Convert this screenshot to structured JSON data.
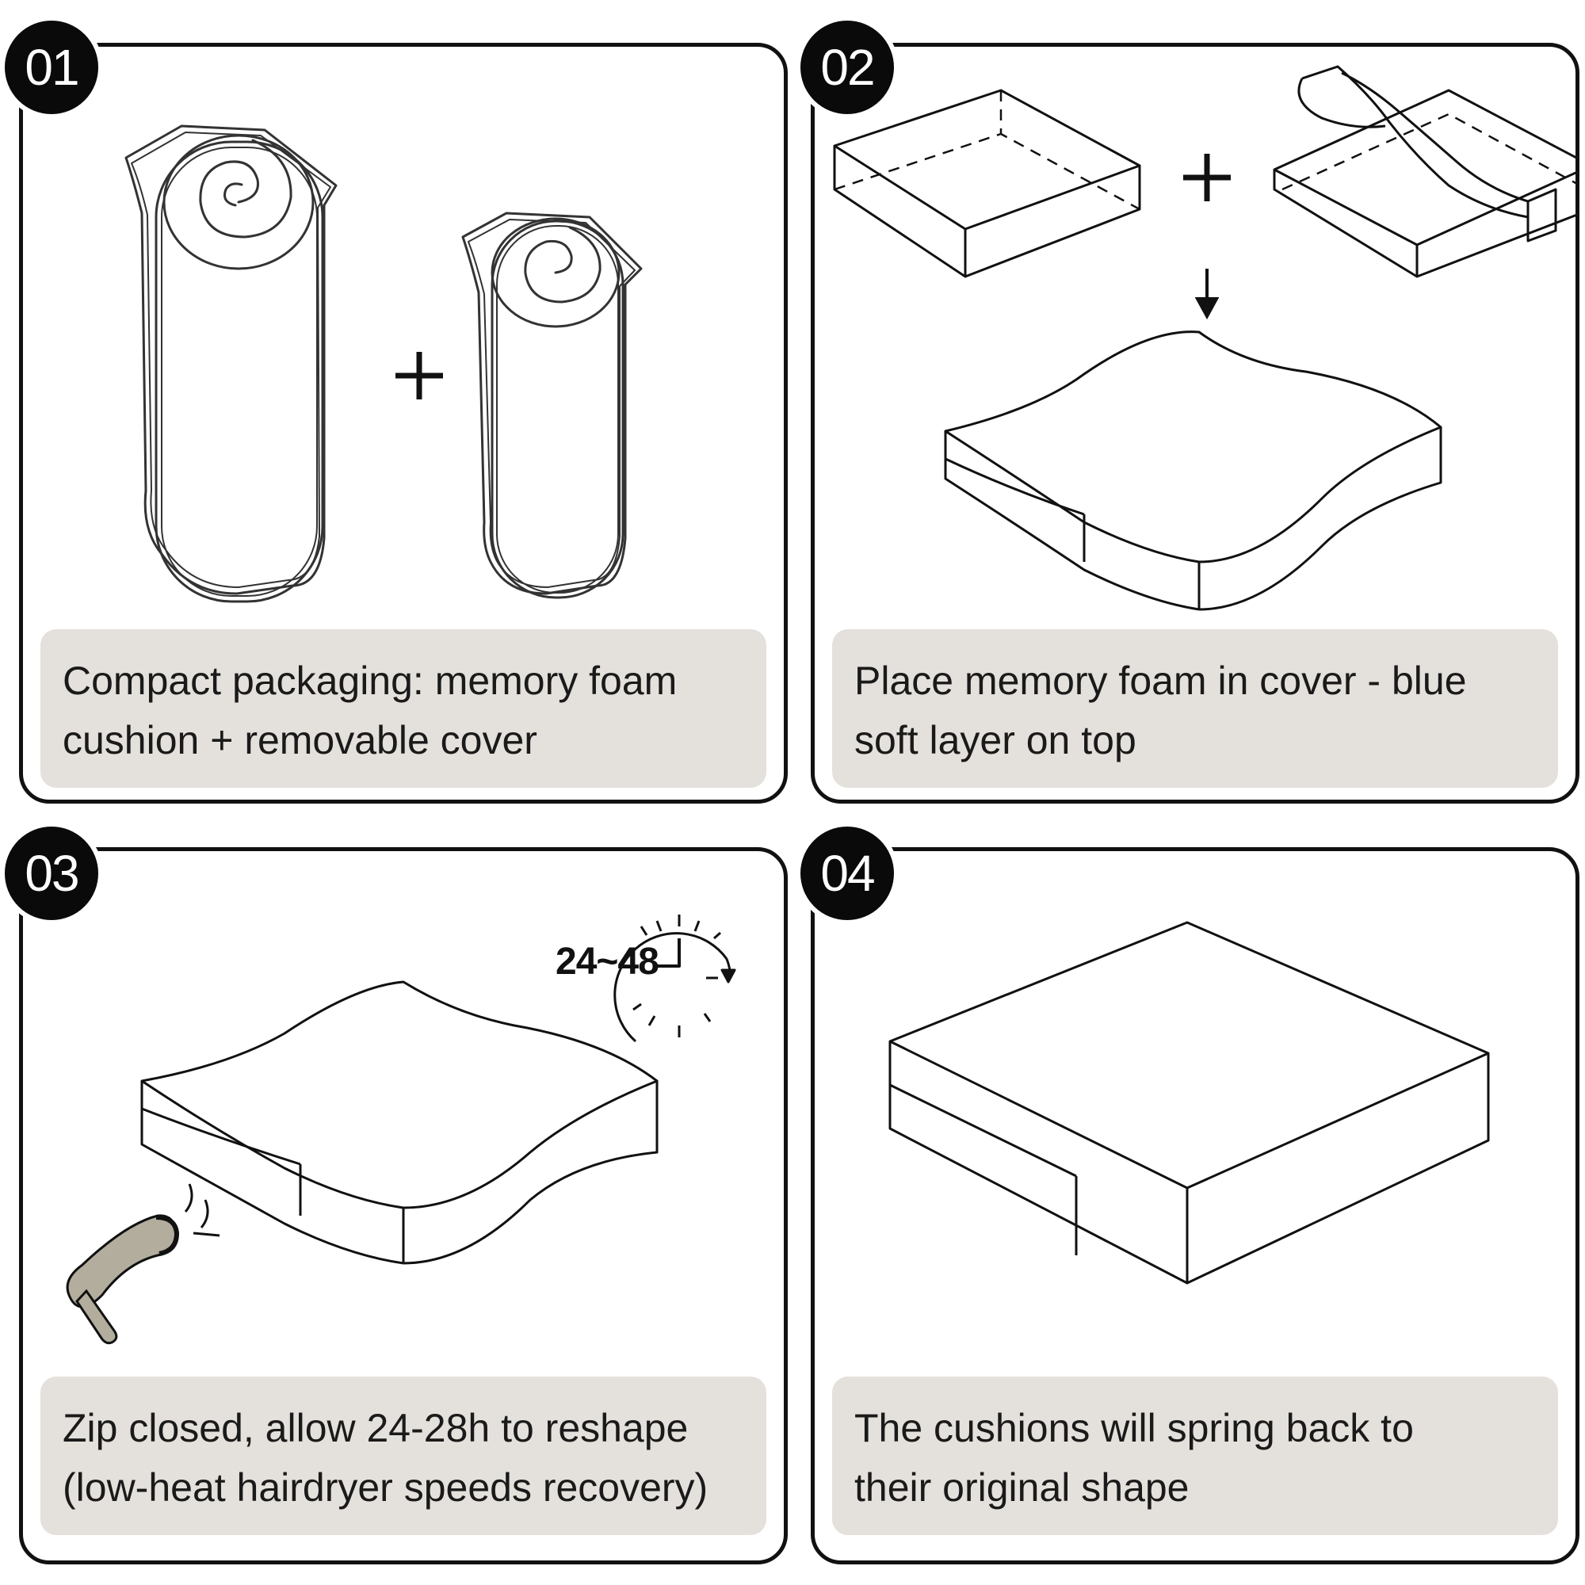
{
  "steps": [
    {
      "number": "01",
      "caption_line1": "Compact packaging: memory foam",
      "caption_line2": "cushion + removable cover"
    },
    {
      "number": "02",
      "caption_line1": "Place memory foam in cover - blue",
      "caption_line2": "soft layer on top"
    },
    {
      "number": "03",
      "caption_line1": "Zip closed, allow 24-28h to reshape",
      "caption_line2": "(low-heat hairdryer speeds recovery)",
      "timer_label": "24~48"
    },
    {
      "number": "04",
      "caption_line1": "The cushions will spring back to",
      "caption_line2": "their original shape"
    }
  ],
  "colors": {
    "badge": "#0a0a0a",
    "caption_bg": "#e4e0db",
    "stroke": "#111111",
    "hairdryer": "#b3ad9e"
  }
}
